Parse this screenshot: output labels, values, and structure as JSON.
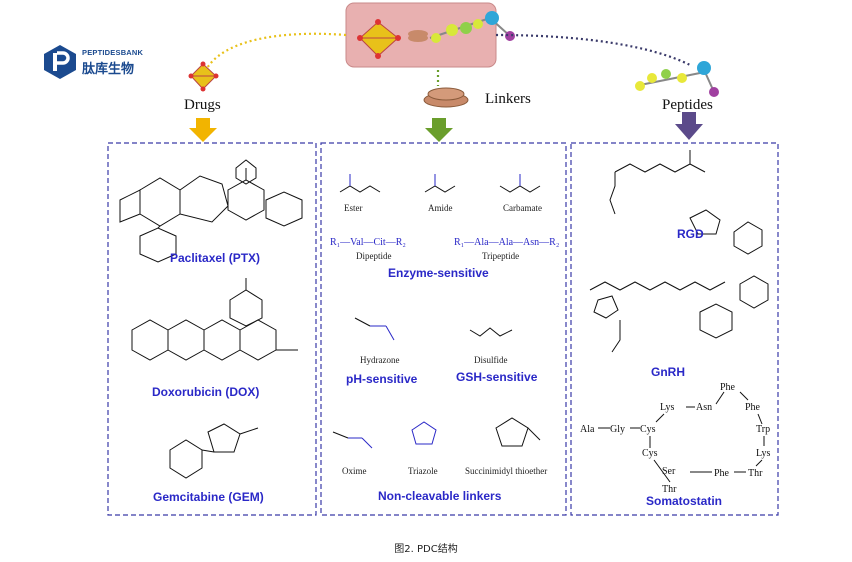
{
  "brand": {
    "name_en": "PEPTIDESBANK",
    "name_cn": "肽库生物",
    "color": "#1b4a8f"
  },
  "sections": {
    "drugs": "Drugs",
    "linkers": "Linkers",
    "peptides": "Peptides"
  },
  "drugs": [
    {
      "name": "Paclitaxel (PTX)"
    },
    {
      "name": "Doxorubicin (DOX)"
    },
    {
      "name": "Gemcitabine (GEM)"
    }
  ],
  "linkers": {
    "groups": {
      "enzyme": "Enzyme-sensitive",
      "ph": "pH-sensitive",
      "gsh": "GSH-sensitive",
      "noncleavable": "Non-cleavable linkers"
    },
    "structures": {
      "ester": "Ester",
      "amide": "Amide",
      "carbamate": "Carbamate",
      "dipeptide": "Dipeptide",
      "tripeptide": "Tripeptide",
      "hydrazone": "Hydrazone",
      "disulfide": "Disulfide",
      "oxime": "Oxime",
      "triazole": "Triazole",
      "thioether": "Succinimidyl thioether"
    },
    "formulas": {
      "dipeptide": "R₁—Val—Cit—R₂",
      "tripeptide": "R₁—Ala—Ala—Asn—R₂"
    }
  },
  "peptides": [
    {
      "name": "RGD"
    },
    {
      "name": "GnRH"
    },
    {
      "name": "Somatostatin"
    }
  ],
  "somatostatin_residues": [
    "Ala",
    "Gly",
    "Cys",
    "Lys",
    "Asn",
    "Phe",
    "Phe",
    "Trp",
    "Lys",
    "Thr",
    "Phe",
    "Thr",
    "Ser",
    "Cys"
  ],
  "caption": "图2. PDC结构",
  "colors": {
    "label_blue": "#2a28c7",
    "box_dash": "#3a3aa8",
    "arrow_drugs": "#f2b400",
    "arrow_linkers": "#6a9e2c",
    "arrow_peptides": "#5b4a8a"
  }
}
